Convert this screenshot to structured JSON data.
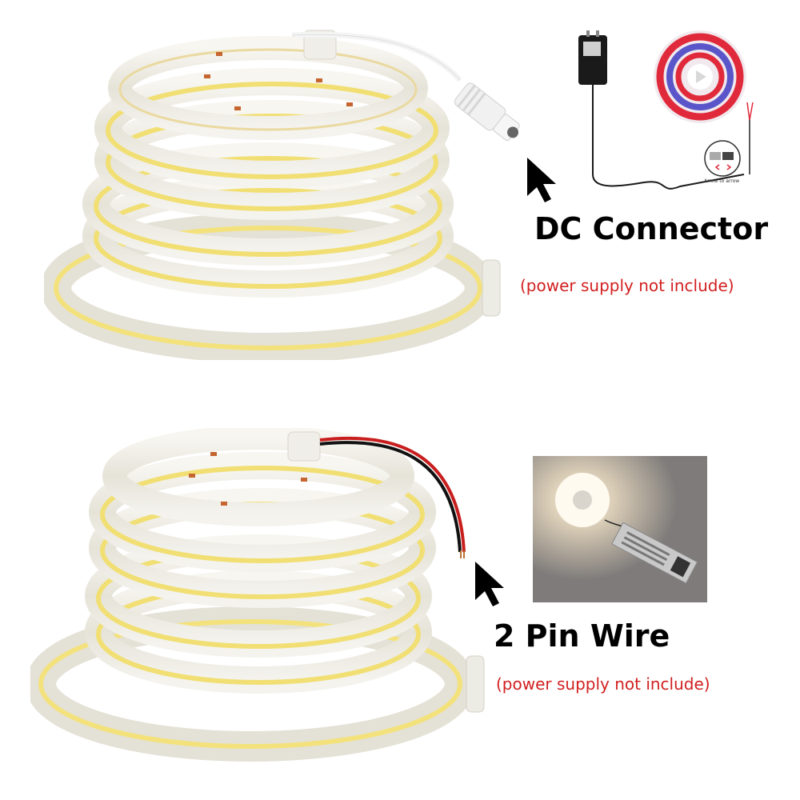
{
  "top_panel": {
    "connector_title": "DC Connector",
    "power_note": "(power supply not include)",
    "inset_caption": "Arrow to arrow"
  },
  "bottom_panel": {
    "connector_title": "2 Pin Wire",
    "power_note": "(power supply not include)"
  },
  "colors": {
    "title": "#000000",
    "note": "#d21f1f",
    "strip_tube": "#e9e7de",
    "strip_led": "#f2e37a",
    "wire_red": "#c81e1e",
    "wire_black": "#111111"
  }
}
